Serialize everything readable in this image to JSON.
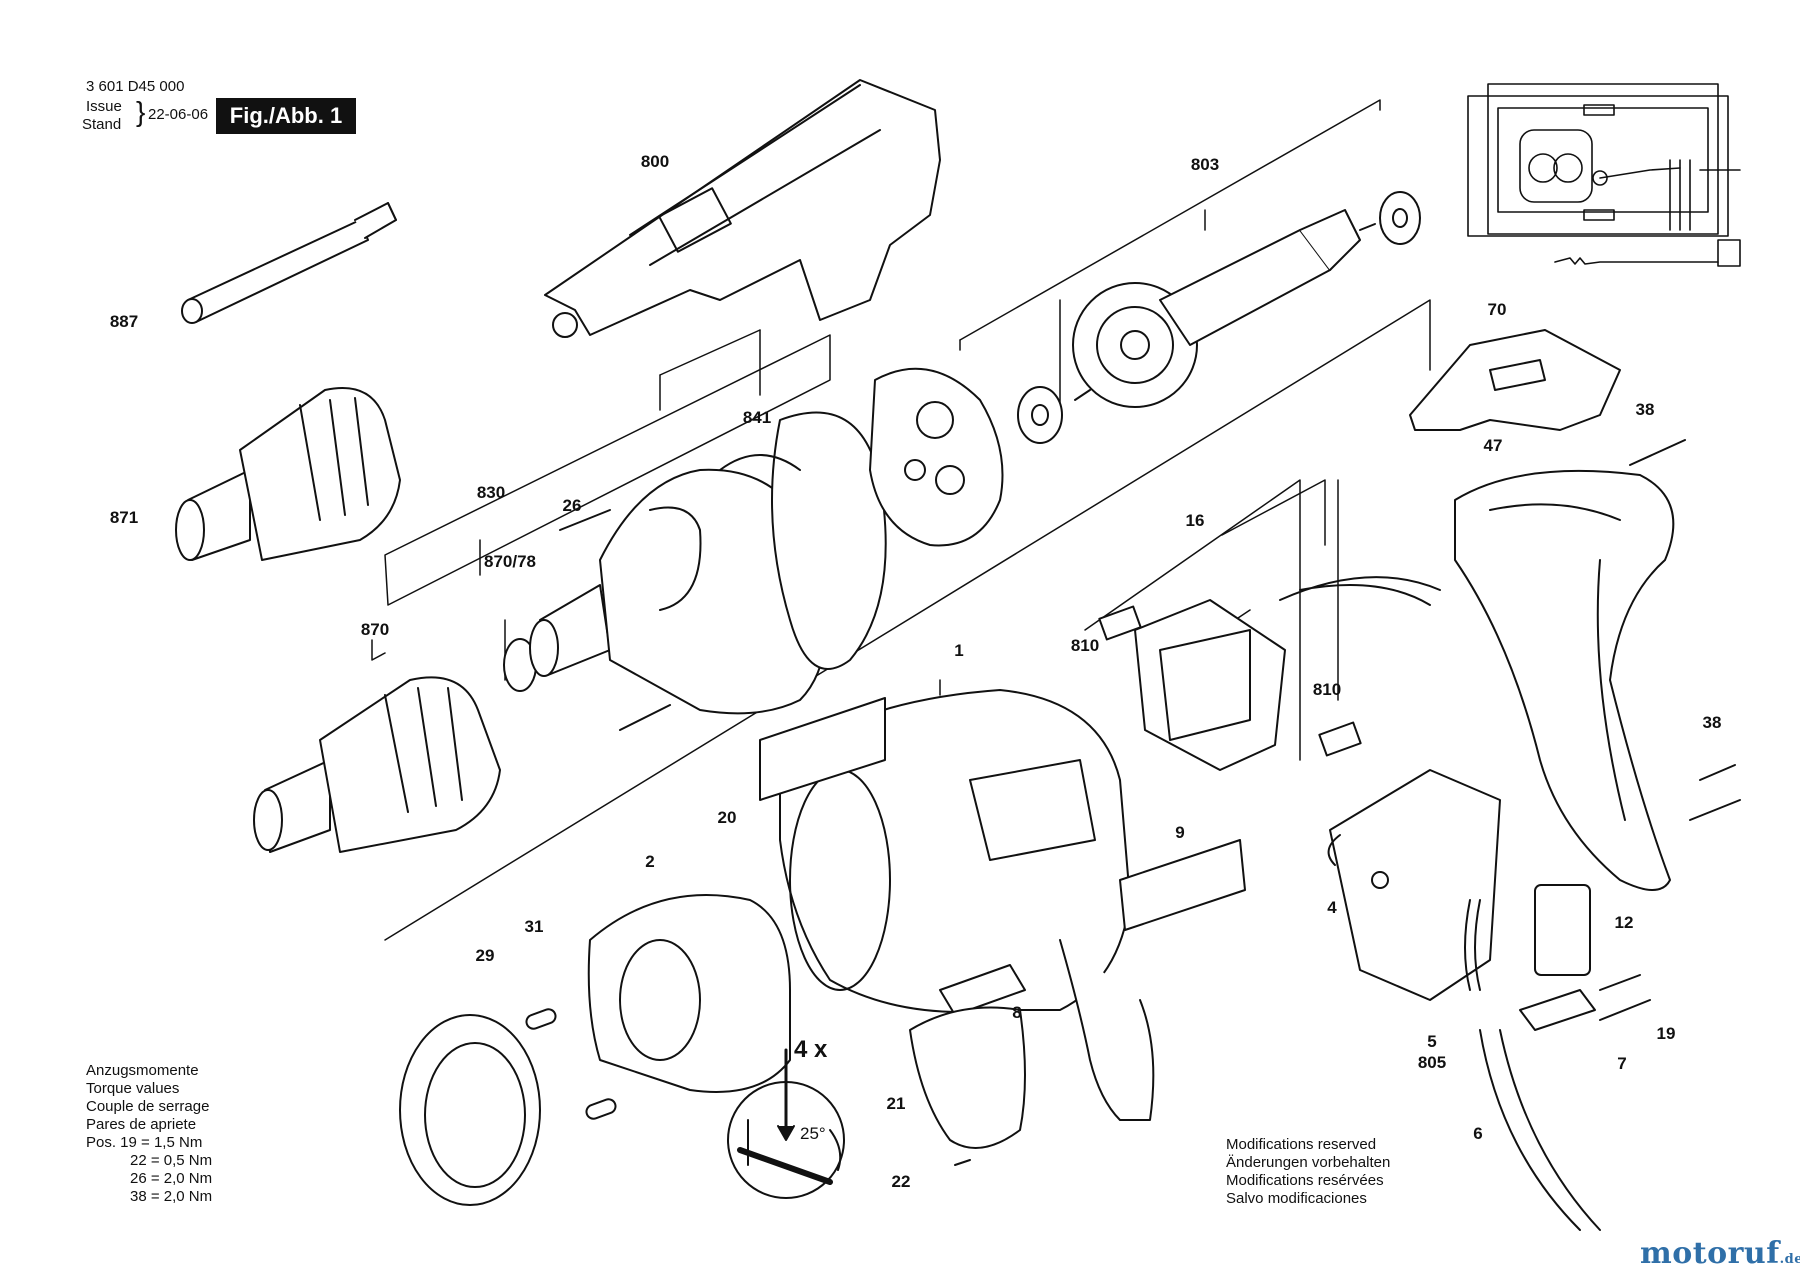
{
  "header": {
    "part_number": "3 601 D45 000",
    "issue_label": "Issue",
    "stand_label": "Stand",
    "date": "22-06-06",
    "figure_label": "Fig./Abb. 1"
  },
  "parts": [
    "800",
    "803",
    "887",
    "871",
    "841",
    "830",
    "26",
    "870/78",
    "870",
    "70",
    "38",
    "47",
    "16",
    "810",
    "810",
    "1",
    "20",
    "9",
    "2",
    "31",
    "29",
    "4",
    "12",
    "8",
    "38",
    "19",
    "7",
    "5",
    "805",
    "21",
    "22",
    "6"
  ],
  "torque": {
    "lines": [
      "Anzugsmomente",
      "Torque values",
      "Couple de serrage",
      "Pares de apriete"
    ],
    "rows": [
      "Pos. 19 = 1,5 Nm",
      "22 = 0,5 Nm",
      "26 = 2,0 Nm",
      "38 = 2,0 Nm"
    ]
  },
  "notice": [
    "Modifications reserved",
    "Änderungen vorbehalten",
    "Modifications resérvées",
    "Salvo modificaciones"
  ],
  "callout": {
    "count": "4 x",
    "angle": "25°"
  },
  "logo": {
    "brand": "motoruf",
    "tld": ".de"
  }
}
